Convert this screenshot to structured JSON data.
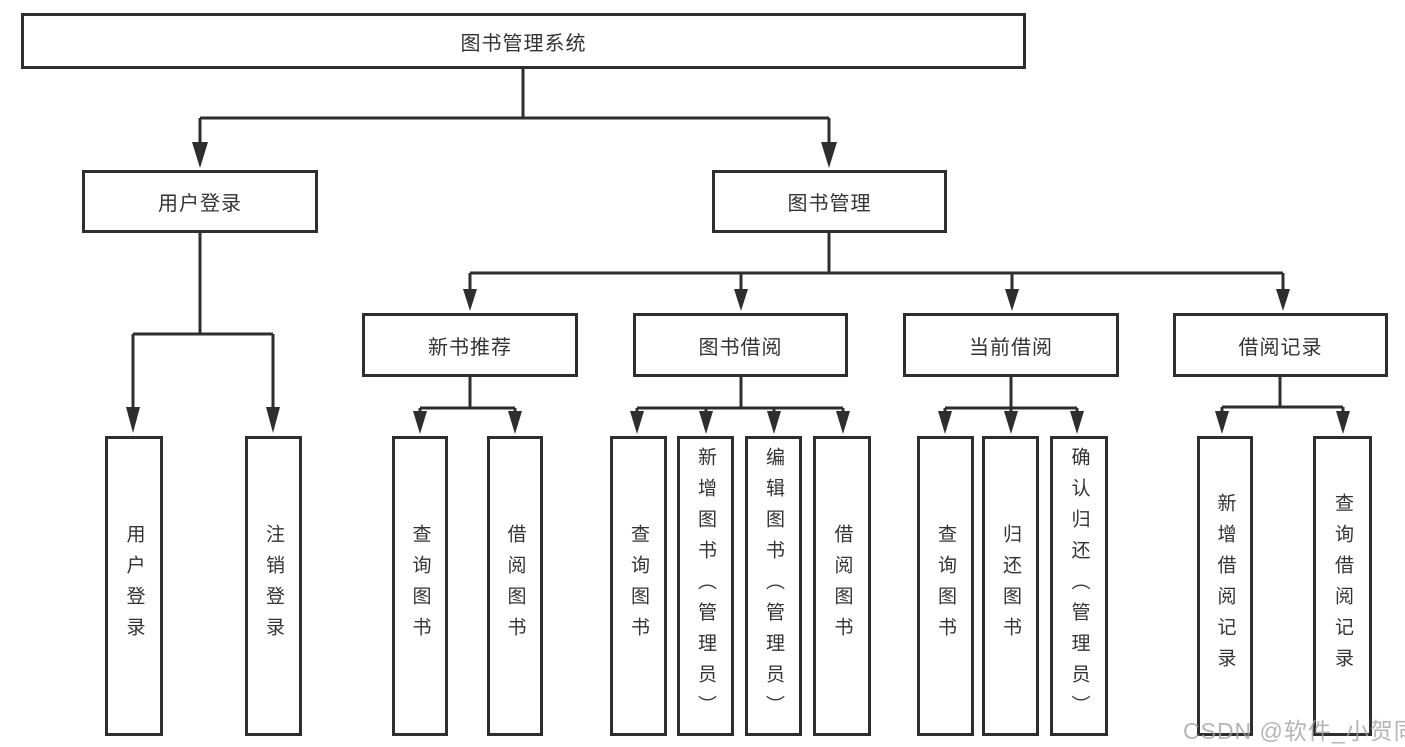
{
  "diagram": {
    "title": "图书管理系统",
    "root": {
      "label": "图书管理系统"
    },
    "level2": [
      {
        "label": "用户登录",
        "children": [
          {
            "label": "用户登录"
          },
          {
            "label": "注销登录"
          }
        ]
      },
      {
        "label": "图书管理",
        "children": [
          {
            "label": "新书推荐",
            "children": [
              {
                "label": "查询图书"
              },
              {
                "label": "借阅图书"
              }
            ]
          },
          {
            "label": "图书借阅",
            "children": [
              {
                "label": "查询图书"
              },
              {
                "label": "新增图书（管理员）"
              },
              {
                "label": "编辑图书（管理员）"
              },
              {
                "label": "借阅图书"
              }
            ]
          },
          {
            "label": "当前借阅",
            "children": [
              {
                "label": "查询图书"
              },
              {
                "label": "归还图书"
              },
              {
                "label": "确认归还（管理员）"
              }
            ]
          },
          {
            "label": "借阅记录",
            "children": [
              {
                "label": "新增借阅记录"
              },
              {
                "label": "查询借阅记录"
              }
            ]
          }
        ]
      }
    ]
  },
  "watermark": {
    "text": "CSDN @软件_小贺同学"
  },
  "colors": {
    "line": "#2e2e2e",
    "text": "#333333",
    "background": "#ffffff",
    "watermark": "#a0a0a0"
  }
}
